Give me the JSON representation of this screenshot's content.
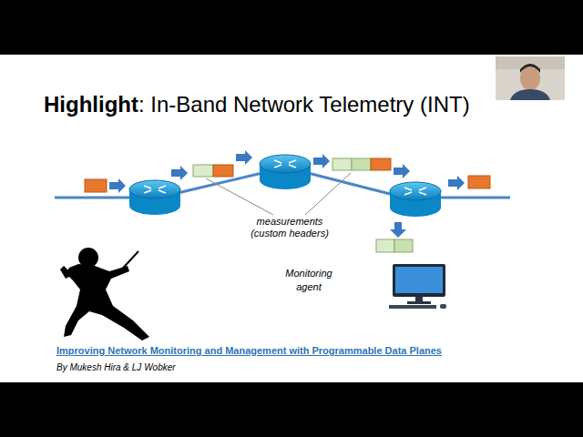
{
  "diagram": {
    "title": "Highlight: In-Band Network Telemetry (INT)",
    "nodes": [
      {
        "text": [
          "Monitoring agent"
        ]
      }
    ],
    "labels": [
      "measurements (custom headers)",
      "Improving Network Monitoring and Management with Programmable Data Planes",
      "By Mukesh Hira & LJ Wobker"
    ]
  }
}
